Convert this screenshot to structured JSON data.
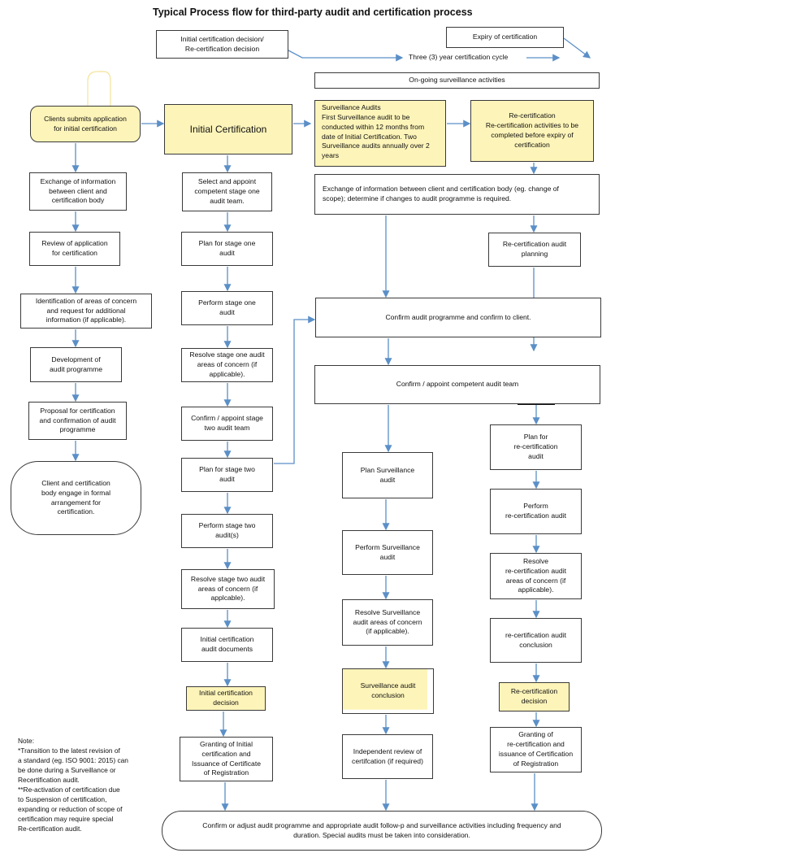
{
  "title": "Typical Process flow for third-party audit and certification process",
  "cycle": {
    "decision": "Initial certification decision/\nRe-certification decision",
    "expiry": "Expiry of certification",
    "cycle_label": "Three (3) year certification cycle",
    "ongoing": "On-going surveillance activities"
  },
  "col1": {
    "apply": "Clients submits application\nfor initial certification",
    "exchange": "Exchange of information\nbetween client and\ncertification body",
    "review": "Review of application\nfor certification",
    "identify": "Identification of areas of concern\nand request for additional\ninformation (if applicable).",
    "develop": "Development of\naudit programme",
    "proposal": "Proposal for certification\nand confirmation of audit\nprogramme",
    "engage": "Client and certification\nbody engage in formal\narrangement for\ncertification."
  },
  "col2": {
    "initial": "Initial Certification",
    "select": "Select and appoint\ncompetent stage one\naudit team.",
    "plan1": "Plan for stage one\naudit",
    "perform1": "Perform stage one\naudit",
    "resolve1": "Resolve stage one audit\nareas of concern (if\napplicable).",
    "confirm2": "Confirm / appoint stage\ntwo audit team",
    "plan2": "Plan for stage two\naudit",
    "perform2": "Perform stage two\naudit(s)",
    "resolve2": "Resolve stage two audit\nareas of concern (if\napplcable).",
    "docs": "Initial certification\naudit documents",
    "decision": "Initial certification\ndecision",
    "granting": "Granting of Initial\ncertification and\nIssuance of Certificate\nof Registration"
  },
  "col3": {
    "surveillance": "Surveillance Audits\nFirst Surveillance audit to be\nconducted within 12 months from\ndate of Initial Certification. Two\nSurveillance audits annually over 2\nyears",
    "exchange": "Exchange of information between client and certification body (eg. change of\nscope); determine if changes to audit  programme is required.",
    "confirm_prog": "Confirm audit programme and confirm to client.",
    "confirm_team": "Confirm / appoint competent audit team",
    "plan": "Plan Surveillance\naudit",
    "perform": "Perform Surveillance\naudit",
    "resolve": "Resolve Surveillance\naudit areas of concern\n(if applicable).",
    "conclusion": "Surveillance audit\nconclusion",
    "review": "Independent review of\ncertifcation (if required)"
  },
  "col4": {
    "recert": "Re-certification\nRe-certification activities to be\ncompleted before expiry of\ncertification",
    "planning": "Re-certification audit\nplanning",
    "plan": "Plan for\nre-certification\naudit",
    "perform": "Perform\nre-certification audit",
    "resolve": "Resolve\nre-certification audit\nareas of concern (if\napplicable).",
    "conclusion": "re-certification audit\nconclusion",
    "decision": "Re-certification\ndecision",
    "granting": "Granting of\nre-certification and\nissuance of Certification\nof Registration"
  },
  "bottom": "Confirm or adjust audit programme and appropriate audit follow-p and surveillance activities including frequency and\nduration. Special audits must be taken into consideration.",
  "note": "Note:\n*Transition to the latest revision of\na standard (eg. ISO 9001: 2015) can\nbe done during  a Surveillance or\nRecertification audit.",
  "note2": "**Re-activation of certification due\nto Suspension of certification,\nexpanding or reduction of scope of\ncertification may require special\nRe-certification audit.",
  "colors": {
    "arrow": "#5b8fc7",
    "highlight": "#fdf4b9",
    "border": "#3a3a3a"
  }
}
